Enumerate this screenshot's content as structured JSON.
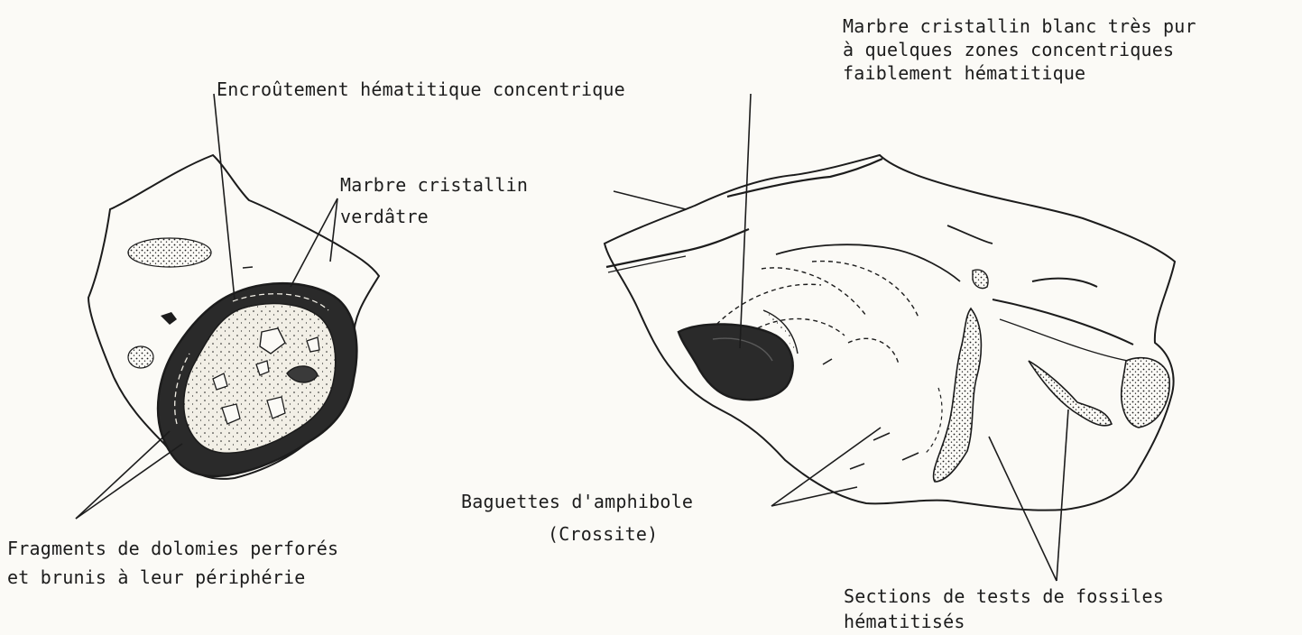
{
  "labels": {
    "marbre_blanc": [
      "Marbre cristallin blanc très pur",
      "à quelques zones concentriques",
      "faiblement hématitique"
    ],
    "encroutement": "Encroûtement hématitique concentrique",
    "marbre_vert": [
      "Marbre cristallin",
      "verdâtre"
    ],
    "fragments": [
      "Fragments de dolomies perforés",
      "et brunis à leur périphérie"
    ],
    "baguettes": [
      "Baguettes d'amphibole",
      "(Crossite)"
    ],
    "sections": [
      "Sections de tests de fossiles",
      "hématitisés"
    ]
  },
  "colors": {
    "ink": "#1c1c1c",
    "paper": "#fbfaf6"
  }
}
